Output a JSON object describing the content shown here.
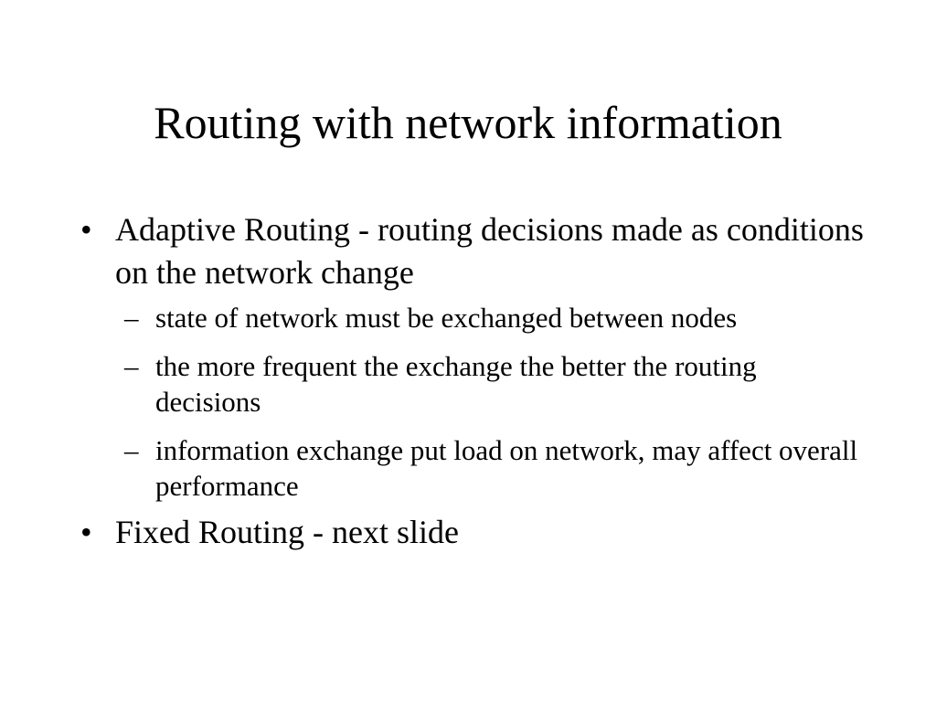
{
  "slide": {
    "title": "Routing with network information",
    "bullets": [
      {
        "marker": "•",
        "text": "Adaptive Routing -  routing decisions made as conditions on the network change",
        "subitems": [
          {
            "marker": "–",
            "text": "state of network must be exchanged between nodes"
          },
          {
            "marker": "–",
            "text": "the more frequent the exchange the better the routing decisions"
          },
          {
            "marker": "–",
            "text": "information exchange put load on network, may affect overall performance"
          }
        ]
      },
      {
        "marker": "•",
        "text": "Fixed Routing - next slide"
      }
    ]
  }
}
